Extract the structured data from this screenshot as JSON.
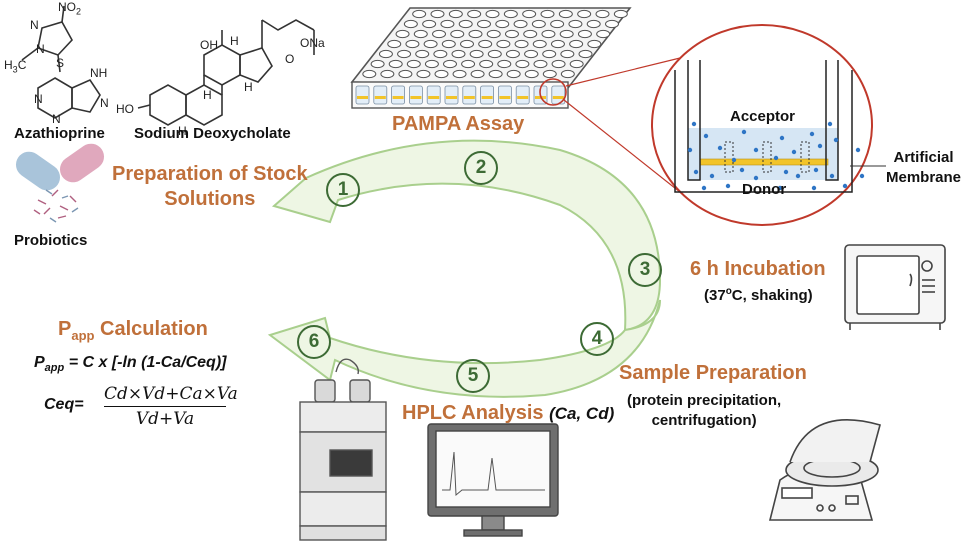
{
  "compounds": {
    "azathioprine": "Azathioprine",
    "sodium_deoxycholate": "Sodium Deoxycholate",
    "probiotics": "Probiotics"
  },
  "molecule_labels": {
    "nitro": "NO",
    "nitro_sub": "2",
    "methyl_h": "H",
    "methyl_sub": "3",
    "methyl_c": "C",
    "n": "N",
    "s": "S",
    "nh": "NH",
    "h": "H",
    "oh": "OH",
    "ho": "HO",
    "ona": "ONa",
    "o": "O"
  },
  "steps": {
    "step1": {
      "number": "1",
      "label_line1": "Preparation of Stock",
      "label_line2": "Solutions"
    },
    "step2": {
      "number": "2",
      "label": "PAMPA Assay"
    },
    "step3": {
      "number": "3",
      "label": "6 h Incubation",
      "detail_prefix": "(37",
      "detail_sup": "o",
      "detail_suffix": "C, shaking)"
    },
    "step4": {
      "number": "4",
      "label": "Sample Preparation",
      "detail_line1": "(protein precipitation,",
      "detail_line2": "centrifugation)"
    },
    "step5": {
      "number": "5",
      "label": "HPLC Analysis",
      "detail": "(Ca, Cd)"
    },
    "step6": {
      "number": "6",
      "label_main": "P",
      "label_sub": "app",
      "label_rest": " Calculation"
    }
  },
  "formula": {
    "papp_lhs_main": "P",
    "papp_lhs_sub": "app",
    "papp_rhs": "= C x [-ln (1-Ca/Ceq)]",
    "ceq_lhs": "Ceq=",
    "ceq_numerator": "Cd×Vd+Ca×Va",
    "ceq_denominator": "Vd+Va"
  },
  "membrane_inset": {
    "acceptor": "Acceptor",
    "donor": "Donor",
    "membrane_line1": "Artificial",
    "membrane_line2": "Membrane"
  },
  "colors": {
    "step_title": "#c0703a",
    "step_number": "#3d6b35",
    "arrow_fill": "#eef6e4",
    "arrow_stroke": "#a9cf8d",
    "membrane": "#f2c42a",
    "solution": "#d6e6f4",
    "particles": "#2e75c5",
    "inset_circle": "#c0392b",
    "capsule_blue": "#a9c4da",
    "capsule_pink": "#e0a8bd"
  }
}
